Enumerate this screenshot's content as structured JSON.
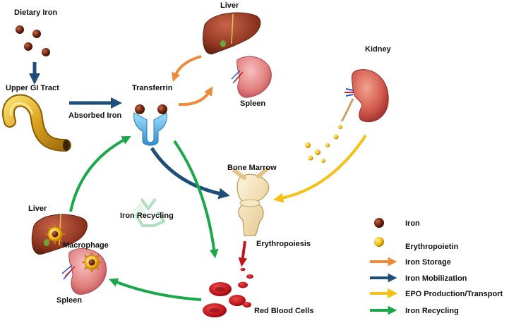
{
  "labels": {
    "dietary_iron": "Dietary Iron",
    "upper_gi": "Upper GI Tract",
    "absorbed_iron": "Absorbed Iron",
    "transferrin": "Transferrin",
    "liver_top": "Liver",
    "spleen_top": "Spleen",
    "kidney": "Kidney",
    "bone_marrow": "Bone Marrow",
    "erythropoiesis": "Erythropoiesis",
    "red_blood_cells": "Red Blood Cells",
    "iron_recycling": "Iron Recycling",
    "liver_bottom": "Liver",
    "macrophage": "Macrophage",
    "spleen_bottom": "Spleen"
  },
  "legend": [
    {
      "label": "Iron",
      "kind": "iron"
    },
    {
      "label": "Erythropoietin",
      "kind": "epo"
    },
    {
      "label": "Iron Storage",
      "kind": "arrow",
      "color": "#ee8a3a"
    },
    {
      "label": "Iron Mobilization",
      "kind": "arrow",
      "color": "#1f4e79"
    },
    {
      "label": "EPO Production/Transport",
      "kind": "arrow",
      "color": "#f5c018"
    },
    {
      "label": "Iron Recycling",
      "kind": "arrow",
      "color": "#1aa84a"
    }
  ],
  "colors": {
    "storage": "#ee8a3a",
    "mobilization": "#1f4e79",
    "epo": "#f5c018",
    "recycling": "#1aa84a",
    "erythropoiesis": "#c0151b",
    "iron": "#7a2a14",
    "rbc": "#c8151c",
    "liver": "#9a3d22",
    "spleen": "#e58585",
    "kidney": "#d9534f",
    "transferrin": "#5bb9e8",
    "bone": "#f2ddb0",
    "gi": "#e0b12a"
  },
  "icons": {
    "recycle": "recycle-icon",
    "iron": "iron-particle-icon",
    "epo": "erythropoietin-particle-icon"
  }
}
